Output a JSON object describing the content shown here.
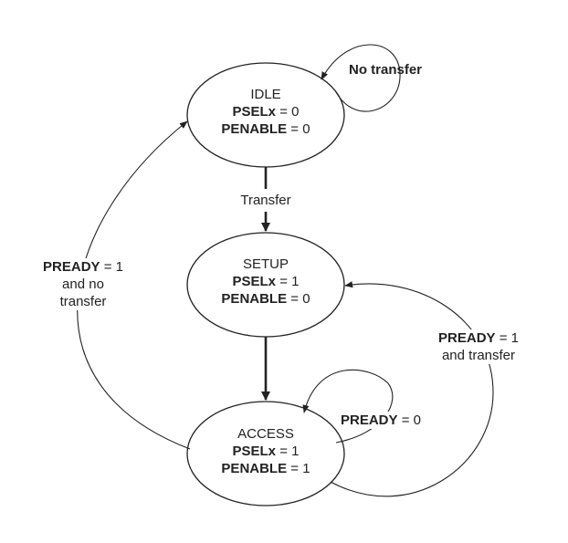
{
  "states": {
    "idle": {
      "name": "IDLE",
      "psel_signal": "PSELx",
      "psel_value": "= 0",
      "penable_signal": "PENABLE",
      "penable_value": "= 0"
    },
    "setup": {
      "name": "SETUP",
      "psel_signal": "PSELx",
      "psel_value": "= 1",
      "penable_signal": "PENABLE",
      "penable_value": "= 0"
    },
    "access": {
      "name": "ACCESS",
      "psel_signal": "PSELx",
      "psel_value": "= 1",
      "penable_signal": "PENABLE",
      "penable_value": "= 1"
    }
  },
  "transitions": {
    "idle_self": {
      "label": "No transfer"
    },
    "idle_to_setup": {
      "label": "Transfer"
    },
    "access_to_idle": {
      "signal": "PREADY",
      "value": "= 1",
      "line2": "and no",
      "line3": "transfer"
    },
    "access_self": {
      "signal": "PREADY",
      "value": "= 0"
    },
    "access_to_setup": {
      "signal": "PREADY",
      "value": "= 1",
      "line2": "and transfer"
    }
  },
  "colors": {
    "line": "#222222",
    "background": "#ffffff"
  }
}
